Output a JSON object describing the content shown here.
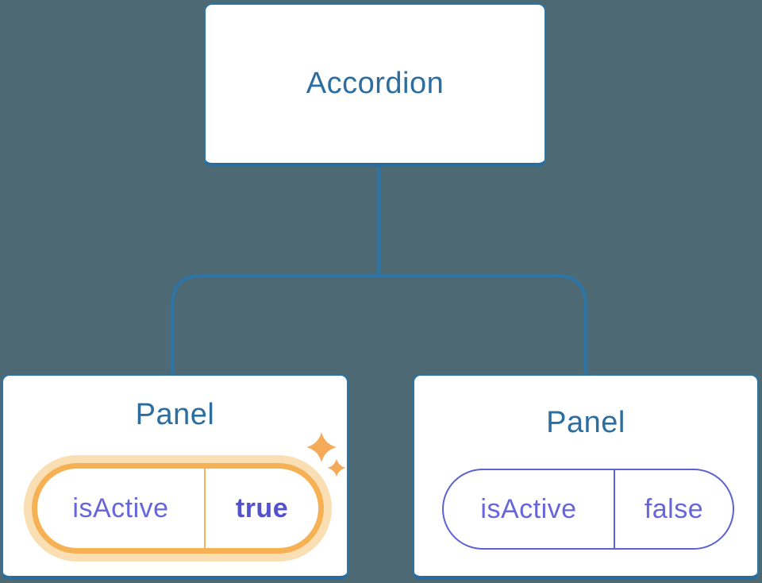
{
  "colors": {
    "bg": "#4D6973",
    "line": "#2E75A6",
    "line-dark": "#2B6C9C",
    "blue-text": "#2D6E9F",
    "purple": "#6765DC",
    "purple-bold": "#5451CF",
    "purple-line": "#5B62D3",
    "orange": "#F7B155",
    "orange-light": "#FBDFB4",
    "sparkle": "#F5AA5A"
  },
  "tree": {
    "root": {
      "label": "Accordion"
    },
    "children": [
      {
        "title": "Panel",
        "prop": {
          "name": "isActive",
          "value": "true"
        },
        "active": true,
        "icon": "sparkles-icon"
      },
      {
        "title": "Panel",
        "prop": {
          "name": "isActive",
          "value": "false"
        },
        "active": false
      }
    ]
  }
}
